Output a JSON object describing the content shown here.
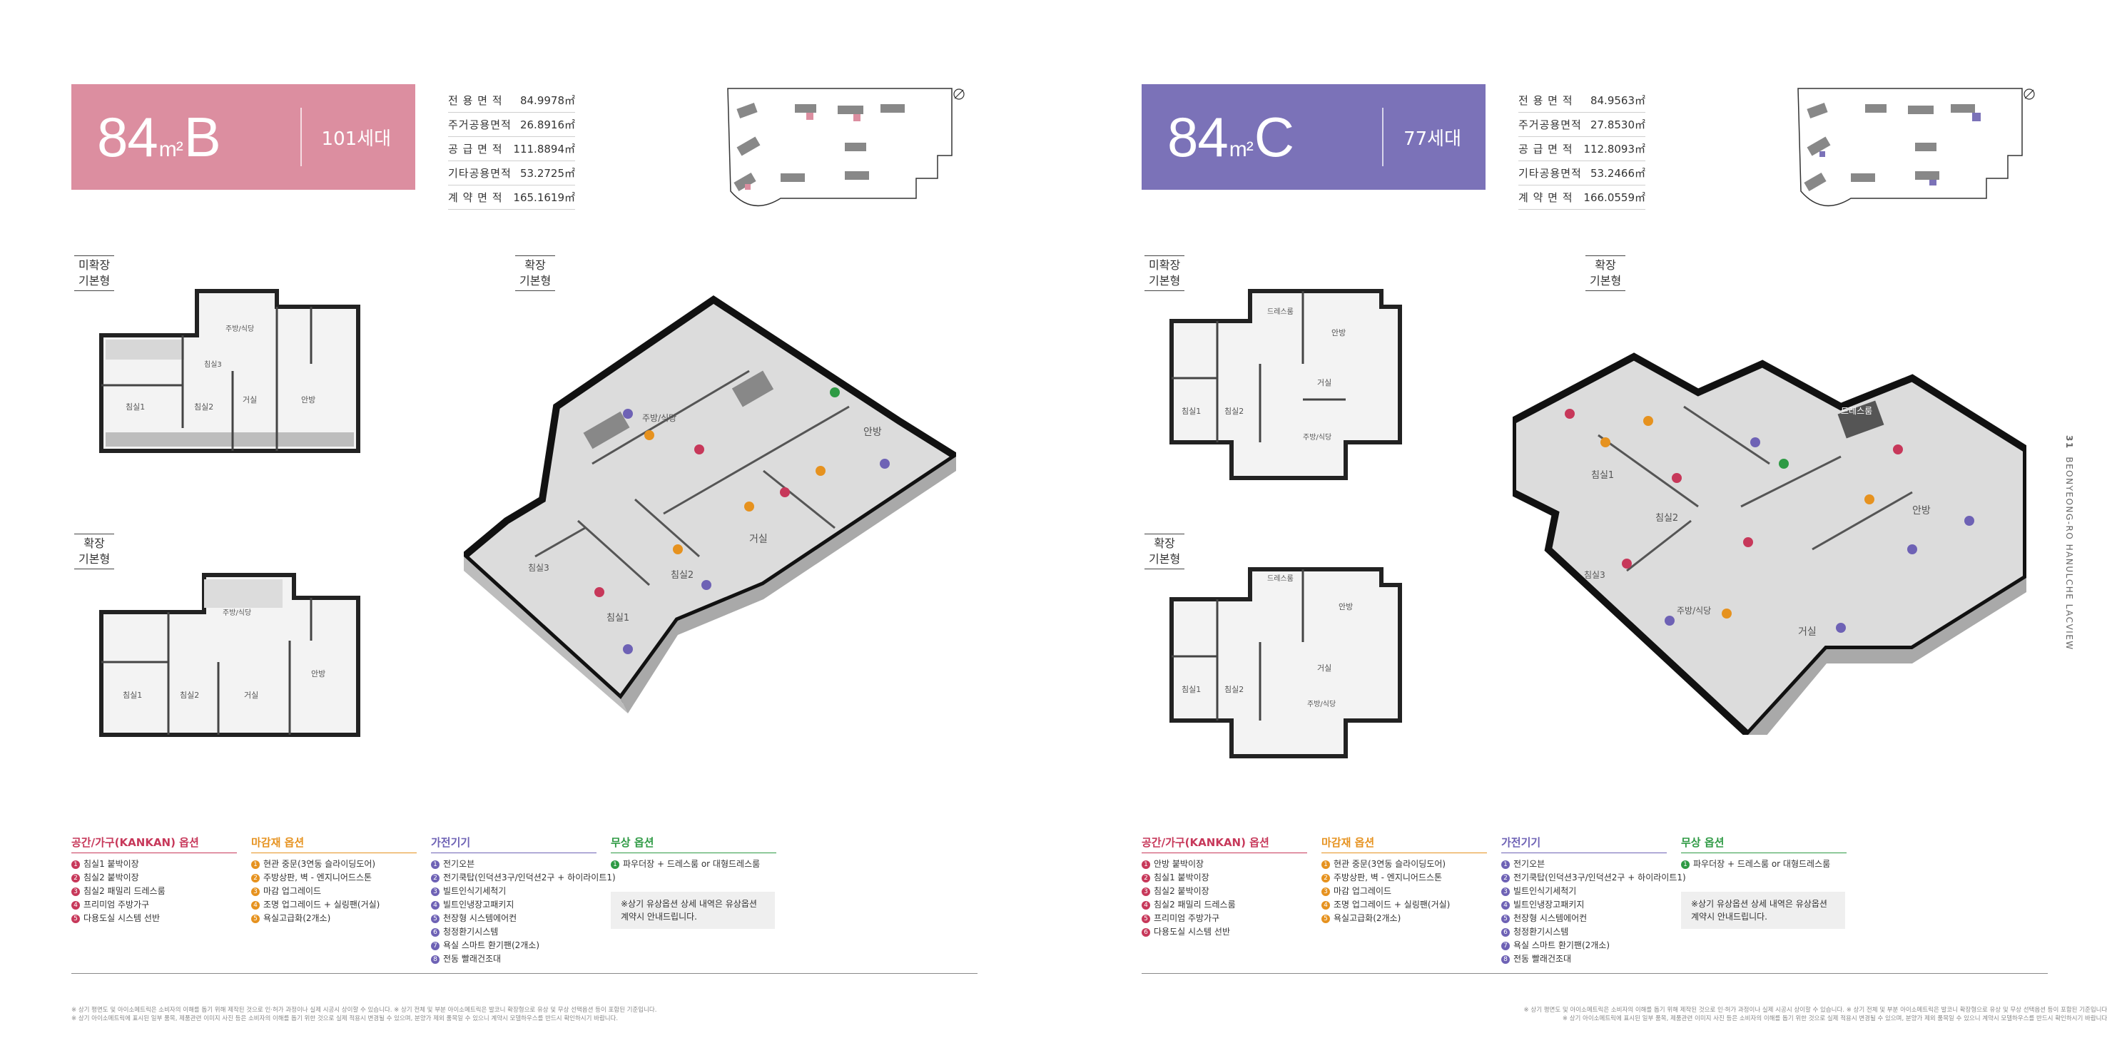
{
  "left": {
    "title": {
      "size": "84",
      "unit": "m²",
      "type": "B",
      "count": "101세대",
      "color": "#dc8ea0"
    },
    "areas": [
      {
        "k": "전 용 면 적",
        "v": "84.9978㎡"
      },
      {
        "k": "주거공용면적",
        "v": "26.8916㎡"
      },
      {
        "k": "공 급 면 적",
        "v": "111.8894㎡"
      },
      {
        "k": "기타공용면적",
        "v": "53.2725㎡"
      },
      {
        "k": "계 약 면 적",
        "v": "165.1619㎡"
      }
    ],
    "labels": {
      "unexpanded": "미확장\n기본형",
      "expanded_small": "확장\n기본형",
      "expanded_iso": "확장\n기본형"
    },
    "rooms_small1": [
      "침실1",
      "침실2",
      "거실",
      "안방",
      "주방/식당",
      "침실3"
    ],
    "rooms_small2": [
      "침실1",
      "침실2",
      "거실",
      "안방",
      "주방/식당"
    ],
    "rooms_iso": [
      "안방",
      "거실",
      "침실1",
      "침실2",
      "침실3",
      "주방/식당"
    ],
    "options": [
      {
        "head": "공간/가구(KANKAN) 옵션",
        "color": "#c7385a",
        "items": [
          "침실1 붙박이장",
          "침실2 붙박이장",
          "침실2 패밀리 드레스룸",
          "프리미엄 주방가구",
          "다용도실 시스템 선반"
        ]
      },
      {
        "head": "마감재 옵션",
        "color": "#e6921f",
        "items": [
          "현관 중문(3연동 슬라이딩도어)",
          "주방상판, 벽 - 엔지니어드스톤",
          "마감 업그레이드",
          "조명 업그레이드 + 실링팬(거실)",
          "욕실고급화(2개소)"
        ]
      },
      {
        "head": "가전기기",
        "color": "#6e62b5",
        "items": [
          "전기오븐",
          "전기쿡탑(인덕션3구/인덕션2구 + 하이라이트1)",
          "빌트인식기세척기",
          "빌트인냉장고패키지",
          "천장형 시스템에어컨",
          "청정환기시스템",
          "욕실 스마트 환기팬(2개소)",
          "전동 빨래건조대"
        ]
      },
      {
        "head": "무상 옵션",
        "color": "#2e9a44",
        "items": [
          "파우더장 + 드레스룸 or 대형드레스룸"
        ]
      }
    ],
    "note": "※상기 유상옵션 상세 내역은 유상옵션\n계약시 안내드립니다.",
    "footnote": "※ 상기 평면도 및 아이소메트릭은 소비자의 이해를 돕기 위해 제작된 것으로 인·허가 과정이나 실제 시공시 상이할 수 있습니다. ※ 상기 전체 및 부분 아이소메트릭은 발코니 확장형으로 유상 및 무상 선택옵션 등이 포함된 기준입니다.\n※ 상기 아이소메트릭에 표시된 일부 품목, 제품관련 이미지 사진 등은 소비자의 이해를 돕기 위한 것으로 실제 적용시 변경될 수 있으며, 분양가 제외 품목일 수 있으니 계약시 모델하우스를 반드시 확인하시기 바랍니다."
  },
  "right": {
    "title": {
      "size": "84",
      "unit": "m²",
      "type": "C",
      "count": "77세대",
      "color": "#7b72b8"
    },
    "areas": [
      {
        "k": "전 용 면 적",
        "v": "84.9563㎡"
      },
      {
        "k": "주거공용면적",
        "v": "27.8530㎡"
      },
      {
        "k": "공 급 면 적",
        "v": "112.8093㎡"
      },
      {
        "k": "기타공용면적",
        "v": "53.2466㎡"
      },
      {
        "k": "계 약 면 적",
        "v": "166.0559㎡"
      }
    ],
    "labels": {
      "unexpanded": "미확장\n기본형",
      "expanded_small": "확장\n기본형",
      "expanded_iso": "확장\n기본형"
    },
    "rooms_small1": [
      "침실1",
      "침실2",
      "거실",
      "안방",
      "주방/식당",
      "드레스룸"
    ],
    "rooms_small2": [
      "침실1",
      "침실2",
      "거실",
      "안방",
      "주방/식당",
      "드레스룸"
    ],
    "rooms_iso": [
      "안방",
      "거실",
      "침실1",
      "침실2",
      "침실3",
      "주방/식당",
      "드레스룸"
    ],
    "options": [
      {
        "head": "공간/가구(KANKAN) 옵션",
        "color": "#c7385a",
        "items": [
          "안방 붙박이장",
          "침실1 붙박이장",
          "침실2 붙박이장",
          "침실2 패밀리 드레스룸",
          "프리미엄 주방가구",
          "다용도실 시스템 선반"
        ]
      },
      {
        "head": "마감재 옵션",
        "color": "#e6921f",
        "items": [
          "현관 중문(3연동 슬라이딩도어)",
          "주방상판, 벽 - 엔지니어드스톤",
          "마감 업그레이드",
          "조명 업그레이드 + 실링팬(거실)",
          "욕실고급화(2개소)"
        ]
      },
      {
        "head": "가전기기",
        "color": "#6e62b5",
        "items": [
          "전기오븐",
          "전기쿡탑(인덕션3구/인덕션2구 + 하이라이트1)",
          "빌트인식기세척기",
          "빌트인냉장고패키지",
          "천장형 시스템에어컨",
          "청정환기시스템",
          "욕실 스마트 환기팬(2개소)",
          "전동 빨래건조대"
        ]
      },
      {
        "head": "무상 옵션",
        "color": "#2e9a44",
        "items": [
          "파우더장 + 드레스룸 or 대형드레스룸"
        ]
      }
    ],
    "note": "※상기 유상옵션 상세 내역은 유상옵션\n계약시 안내드립니다.",
    "footnote": "※ 상기 평면도 및 아이소메트릭은 소비자의 이해를 돕기 위해 제작된 것으로 인·허가 과정이나 실제 시공시 상이할 수 있습니다. ※ 상기 전체 및 부분 아이소메트릭은 발코니 확장형으로 유상 및 무상 선택옵션 등이 포함된 기준입니다.\n※ 상기 아이소메트릭에 표시된 일부 품목, 제품관련 이미지 사진 등은 소비자의 이해를 돕기 위한 것으로 실제 적용시 변경될 수 있으며, 분양가 제외 품목일 수 있으니 계약시 모델하우스를 반드시 확인하시기 바랍니다."
  },
  "side": {
    "page": "31",
    "text": "BEONYEONG-RO HANULCHE LACVIEW"
  }
}
